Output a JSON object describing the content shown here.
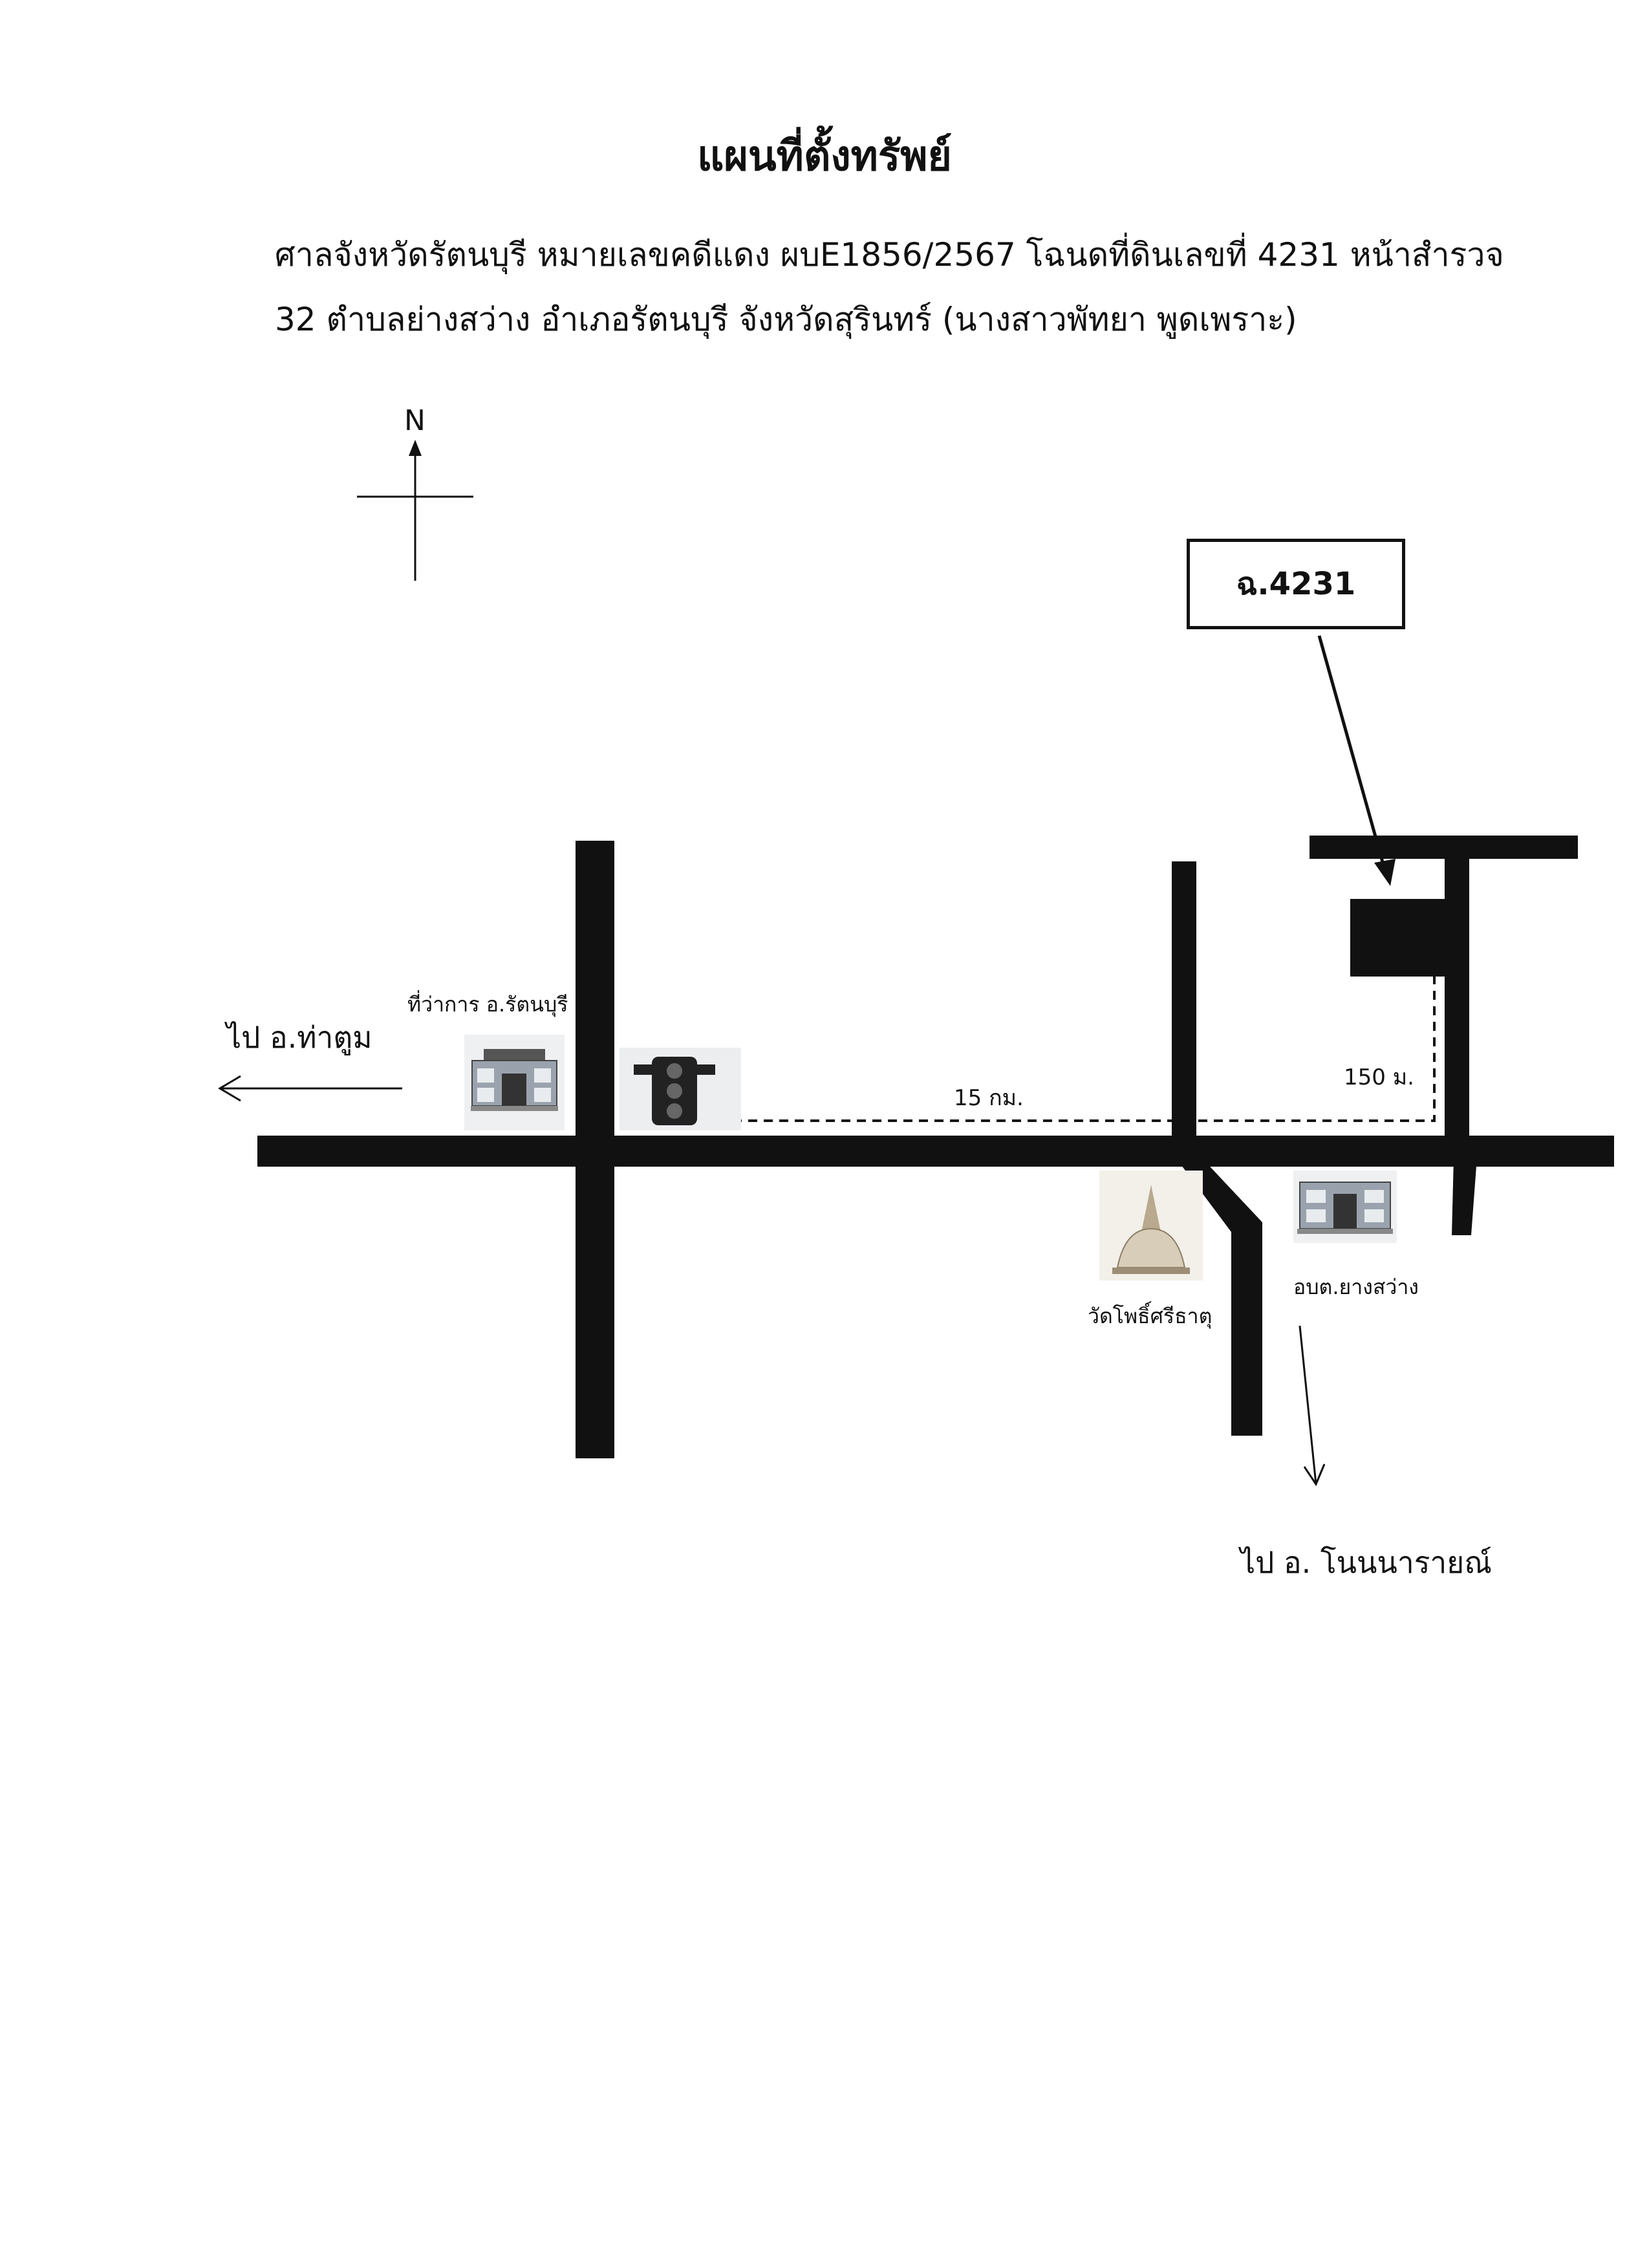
{
  "title": "แผนที่ตั้งทรัพย์",
  "description": {
    "line1": "ศาลจังหวัดรัตนบุรี  หมายเลขคดีแดง ผบE1856/2567 โฉนดที่ดินเลขที่ 4231 หน้าสำรวจ",
    "line2": "32  ตำบลย่างสว่าง  อำเภอรัตนบุรี  จังหวัดสุรินทร์ (นางสาวพัทยา  พูดเพราะ)"
  },
  "map": {
    "north_label": "N",
    "parcel_label": "ฉ.4231",
    "labels": {
      "district_office": "ที่ว่าการ อ.รัตนบุรี",
      "to_tha_tum": "ไป อ.ท่าตูม",
      "distance_main": "15 กม.",
      "distance_side": "150 ม.",
      "temple": "วัดโพธิ์ศรีธาตุ",
      "sao_office": "อบต.ยางสว่าง",
      "to_non_narai": "ไป อ. โนนนารายณ์"
    },
    "icons": [
      "building-icon",
      "traffic-light-icon",
      "temple-icon",
      "building-icon"
    ],
    "colors": {
      "road": "#111111",
      "ink": "#111111"
    }
  }
}
